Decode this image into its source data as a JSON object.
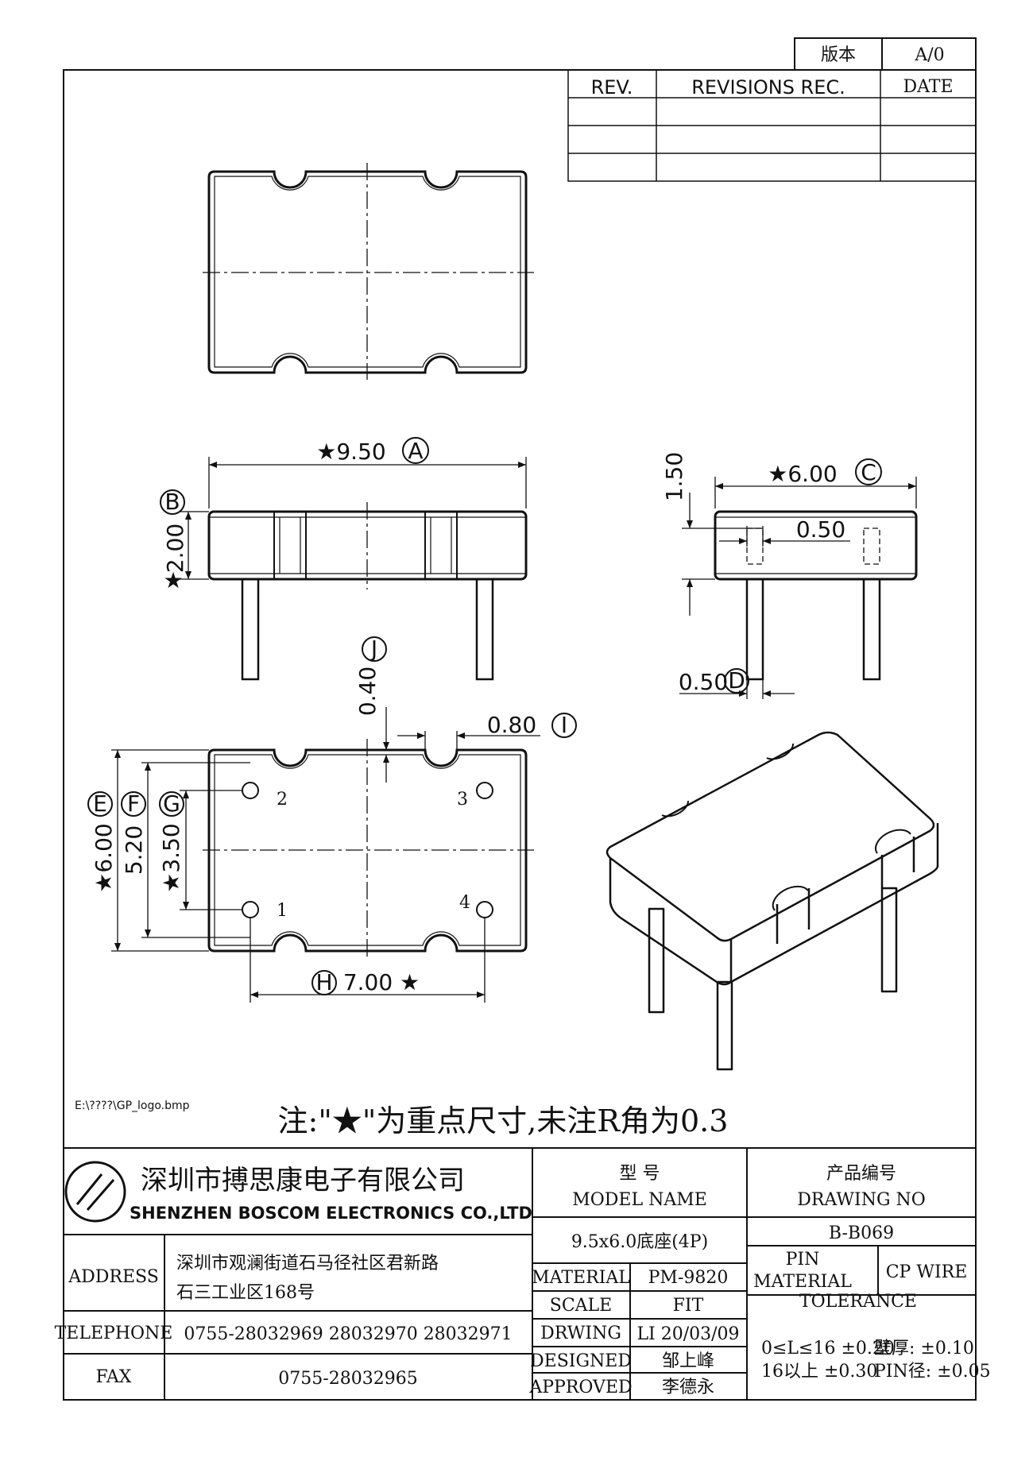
{
  "version_box": {
    "label": "版本",
    "value": "A/0"
  },
  "revision_table": {
    "headers": [
      "REV.",
      "REVISIONS REC.",
      "DATE"
    ]
  },
  "dimensions": {
    "a": "★9.50",
    "a_tag": "A",
    "b_tag": "B",
    "b": "2.00",
    "b_star": "★",
    "c": "★6.00",
    "c_tag": "C",
    "c_height": "1.50",
    "c_pin": "0.50",
    "d": "0.50",
    "d_tag": "D",
    "j": "0.40",
    "j_tag": "J",
    "i": "0.80",
    "i_tag": "I",
    "e": "★6.00",
    "e_tag": "E",
    "f": "5.20",
    "f_tag": "F",
    "g": "★3.50",
    "g_tag": "G",
    "h": "7.00 ★",
    "h_tag": "H"
  },
  "pin_labels": [
    "1",
    "2",
    "3",
    "4"
  ],
  "logo_path": "E:\\????\\GP_logo.bmp",
  "note": "注:\"★\"为重点尺寸,未注R角为0.3",
  "title_block": {
    "company_cn": "深圳市搏思康电子有限公司",
    "company_en": "SHENZHEN BOSCOM ELECTRONICS CO.,LTD",
    "model_cn": "型    号",
    "model_en": "MODEL NAME",
    "model_value": "9.5x6.0底座(4P)",
    "drawing_no_cn": "产品编号",
    "drawing_no_en": "DRAWING NO",
    "drawing_no_value": "B-B069",
    "address_label": "ADDRESS",
    "address_line1": "深圳市观澜街道石马径社区君新路",
    "address_line2": "石三工业区168号",
    "telephone_label": "TELEPHONE",
    "telephone": "0755-28032969 28032970 28032971",
    "fax_label": "FAX",
    "fax": "0755-28032965",
    "material_label": "MATERIAL",
    "material_value": "PM-9820",
    "scale_label": "SCALE",
    "scale_value": "FIT",
    "drawing_label": "DRWING",
    "drawing_value": "LI 20/03/09",
    "designed_label": "DESIGNED",
    "designed_value": "邹上峰",
    "approved_label": "APPROVED",
    "approved_value": "李德永",
    "pin_material_label_1": "PIN",
    "pin_material_label_2": "MATERIAL",
    "pin_material_value": "CP WIRE",
    "tolerance_label": "TOLERANCE",
    "tol_row1_a": "0≤L≤16 ±0.20",
    "tol_row1_b": "壁厚: ±0.10",
    "tol_row2_a": "16以上  ±0.30",
    "tol_row2_b": "PIN径: ±0.05"
  }
}
